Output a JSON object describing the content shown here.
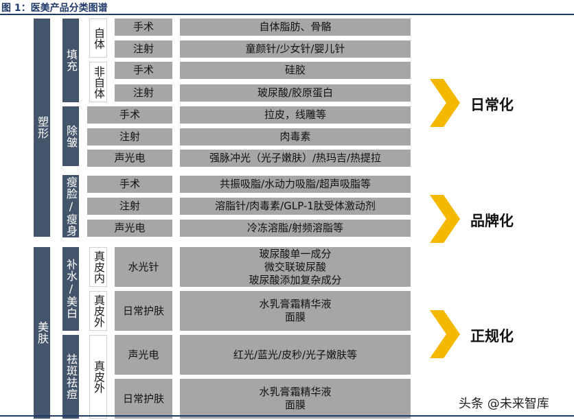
{
  "figure_title": "图 1：医美产品分类图谱",
  "categories": {
    "shaping": "塑形",
    "skin": "美肤"
  },
  "subcategories": {
    "fill": "填充",
    "wrinkle": "除皱",
    "slim": "瘦脸/瘦身",
    "hydrate": "补水/美白",
    "spot": "祛斑祛痘"
  },
  "sources": {
    "autologous": "自体",
    "non_autologous": "非自体",
    "dermis_in": "真皮内",
    "dermis_out": "真皮外",
    "dermis": "真皮外"
  },
  "methods": {
    "m1": "手术",
    "m2": "注射",
    "m3": "手术",
    "m4": "注射",
    "m5": "手术",
    "m6": "注射",
    "m7": "声光电",
    "m8": "手术",
    "m9": "注射",
    "m10": "声光电",
    "m11": "水光针",
    "m12": "日常护肤",
    "m13": "声光电",
    "m14": "日常护肤"
  },
  "products": {
    "p1": "自体脂肪、骨骼",
    "p2": "童颜针/少女针/婴儿针",
    "p3": "硅胶",
    "p4": "玻尿酸/胶原蛋白",
    "p5": "拉皮，线雕等",
    "p6": "肉毒素",
    "p7": "强脉冲光（光子嫩肤）/热玛吉/热提拉",
    "p8": "共振吸脂/水动力吸脂/超声吸脂等",
    "p9": "溶脂针/肉毒素/GLP-1肽受体激动剂",
    "p10": "冷冻溶脂/射频溶脂等",
    "p11": [
      "玻尿酸单一成分",
      "微交联玻尿酸",
      "玻尿酸添加复杂成分"
    ],
    "p12": [
      "水乳膏霜精华液",
      "面膜"
    ],
    "p13": "红光/蓝光/皮秒/光子嫩肤等",
    "p14": [
      "水乳膏霜精华液",
      "面膜"
    ]
  },
  "stages": [
    "日常化",
    "品牌化",
    "正规化"
  ],
  "colors": {
    "navy": "#44546a",
    "gray": "#a6a6a6",
    "chevron": "#f5b800",
    "title": "#1f3a6b"
  },
  "watermark": "头条 @未来智库"
}
